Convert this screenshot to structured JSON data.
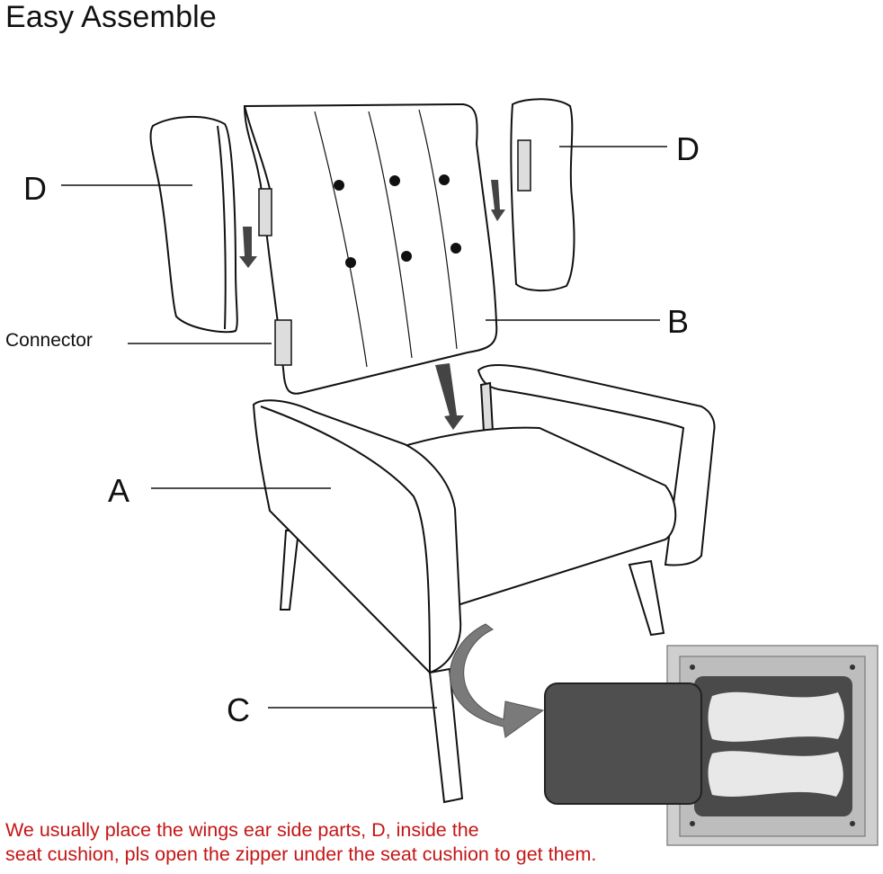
{
  "title": "Easy Assemble",
  "labels": {
    "d_left": "D",
    "d_right": "D",
    "b": "B",
    "connector": "Connector",
    "a": "A",
    "c": "C"
  },
  "note": {
    "line1": "We usually place the wings ear side parts, D, inside the",
    "line2": "seat cushion, pls open the zipper under the seat cushion to get them."
  },
  "colors": {
    "outline": "#111111",
    "arrow": "#555555",
    "curved_arrow": "#7a7a7a",
    "panel_bg": "#cfcfcf",
    "panel_dark": "#4a4a4a",
    "note_text": "#c41616"
  }
}
